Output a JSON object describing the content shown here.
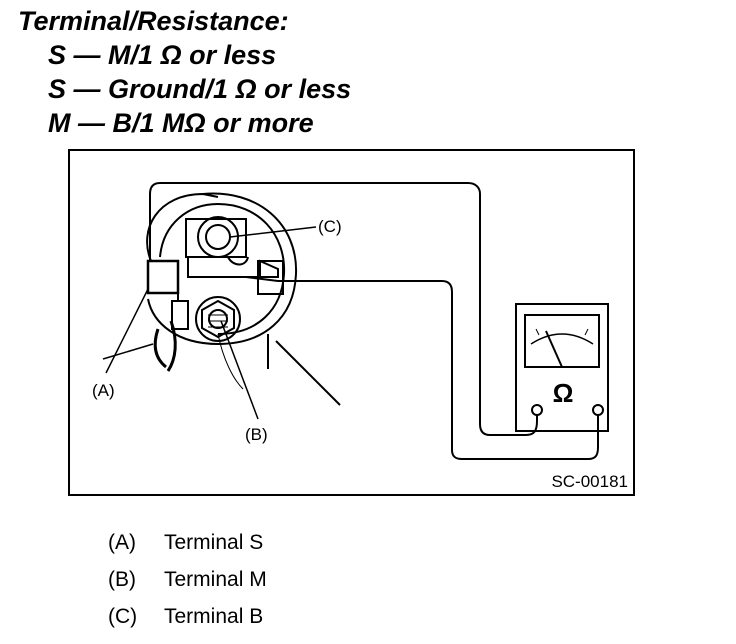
{
  "heading": {
    "title": "Terminal/Resistance:",
    "lines": [
      "S — M/1 Ω or less",
      "S — Ground/1 Ω or less",
      "M — B/1 MΩ or more"
    ]
  },
  "figure": {
    "callouts": {
      "a": "(A)",
      "b": "(B)",
      "c": "(C)"
    },
    "meter_symbol": "Ω",
    "figure_id": "SC-00181"
  },
  "legend": [
    {
      "key": "(A)",
      "text": "Terminal S"
    },
    {
      "key": "(B)",
      "text": "Terminal M"
    },
    {
      "key": "(C)",
      "text": "Terminal B"
    }
  ]
}
